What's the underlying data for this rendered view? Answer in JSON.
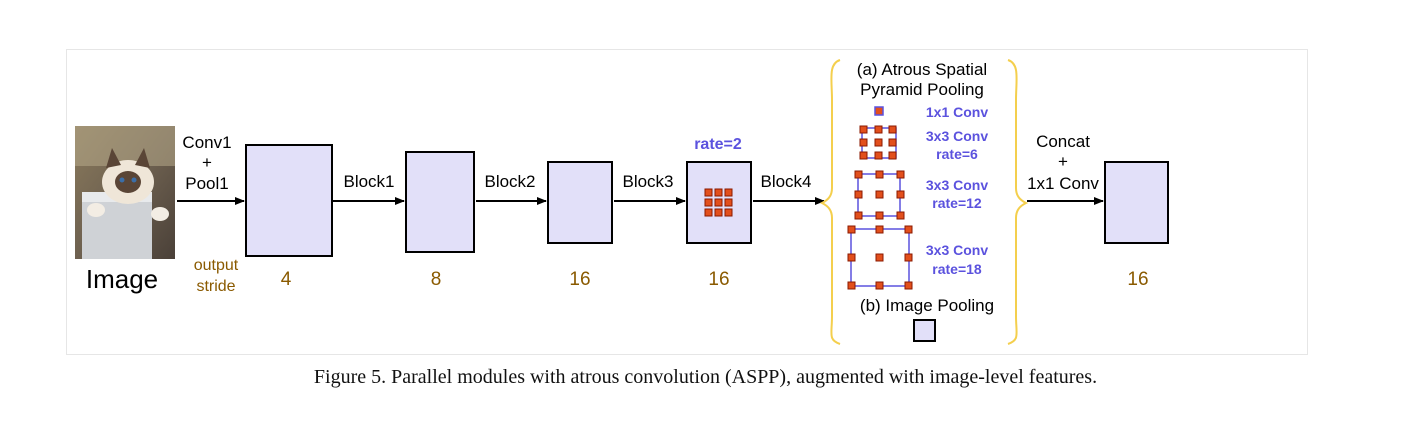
{
  "colors": {
    "box_fill": "#e2e0f9",
    "box_stroke": "#000000",
    "stride": "#8a5a00",
    "accent": "#5b52de",
    "kernel": "#e24f1c",
    "kernel_stroke": "#8b1a00",
    "brace": "#f4cf4d"
  },
  "input": {
    "label": "Image"
  },
  "stem": {
    "line1": "Conv1",
    "line2": "+",
    "line3": "Pool1"
  },
  "output_stride_label": {
    "line1": "output",
    "line2": "stride"
  },
  "blocks": [
    {
      "label": "Block1",
      "stride": "4"
    },
    {
      "label": "Block2",
      "stride": "8"
    },
    {
      "label": "Block3",
      "stride": "16"
    },
    {
      "label": "Block4",
      "stride": "16",
      "rate": "rate=2"
    }
  ],
  "aspp": {
    "title_line1": "(a) Atrous Spatial",
    "title_line2": "Pyramid Pooling",
    "branches": [
      {
        "line1": "1x1 Conv",
        "line2": ""
      },
      {
        "line1": "3x3 Conv",
        "line2": "rate=6"
      },
      {
        "line1": "3x3 Conv",
        "line2": "rate=12"
      },
      {
        "line1": "3x3 Conv",
        "line2": "rate=18"
      }
    ],
    "image_pooling": "(b) Image Pooling"
  },
  "concat": {
    "line1": "Concat",
    "line2": "+",
    "line3": "1x1 Conv"
  },
  "output": {
    "stride": "16"
  },
  "caption": "Figure 5. Parallel modules with atrous convolution (ASPP), augmented with image-level features."
}
